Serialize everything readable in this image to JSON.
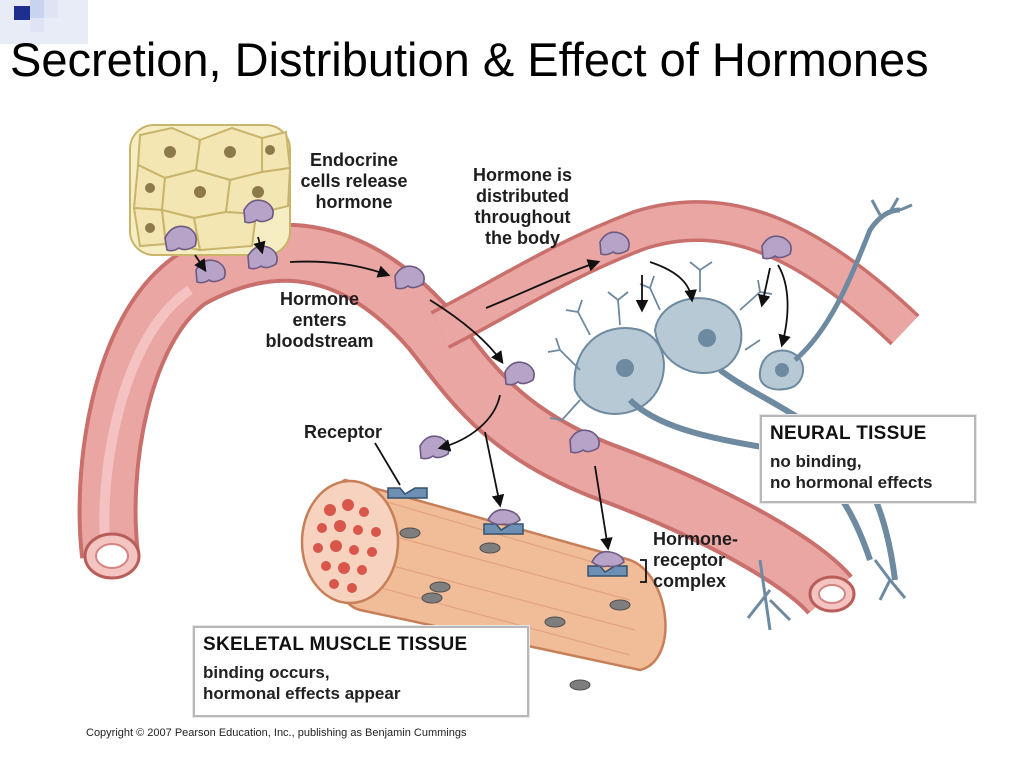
{
  "slide": {
    "title": "Secretion, Distribution & Effect of Hormones",
    "copyright": "Copyright © 2007 Pearson Education, Inc., publishing as Benjamin Cummings"
  },
  "labels": {
    "endocrine": [
      "Endocrine",
      "cells release",
      "hormone"
    ],
    "distributed": [
      "Hormone is",
      "distributed",
      "throughout",
      "the body"
    ],
    "enters": [
      "Hormone",
      "enters",
      "bloodstream"
    ],
    "receptor": "Receptor",
    "complex": [
      "Hormone-",
      "receptor",
      "complex"
    ]
  },
  "neural_box": {
    "title": "NEURAL TISSUE",
    "lines": [
      "no binding,",
      "no hormonal effects"
    ]
  },
  "muscle_box": {
    "title": "SKELETAL MUSCLE TISSUE",
    "lines": [
      "binding occurs,",
      "hormonal effects appear"
    ]
  },
  "colors": {
    "vessel": "#e9a3a0",
    "vessel_dark": "#c9706d",
    "endocrine_cells": "#f3e6b3",
    "hormone": "#b7a3c8",
    "neuron": "#b8c9d6",
    "muscle": "#f1bc98",
    "corner_blue": "#1f2f8f"
  }
}
